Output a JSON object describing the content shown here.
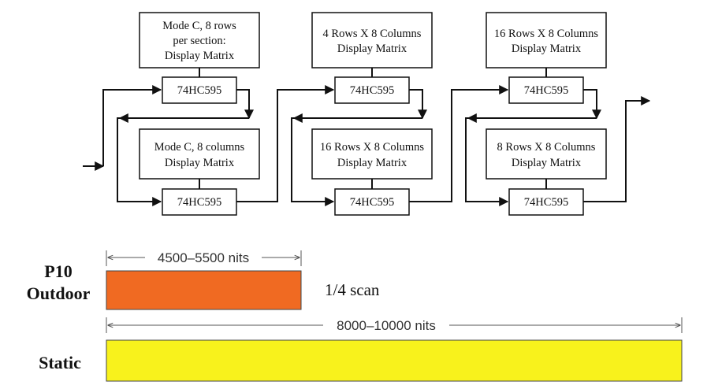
{
  "diagram": {
    "groups": [
      {
        "top_matrix": [
          "Mode C, 8 rows",
          "per section:",
          "Display Matrix"
        ],
        "shift_register_1": "74HC595",
        "bottom_matrix": [
          "Mode C, 8 columns",
          "Display Matrix"
        ],
        "shift_register_2": "74HC595"
      },
      {
        "top_matrix": [
          "4 Rows X 8 Columns",
          "Display Matrix"
        ],
        "shift_register_1": "74HC595",
        "bottom_matrix": [
          "16 Rows X 8 Columns",
          "Display Matrix"
        ],
        "shift_register_2": "74HC595"
      },
      {
        "top_matrix": [
          "16 Rows X 8 Columns",
          "Display Matrix"
        ],
        "shift_register_1": "74HC595",
        "bottom_matrix": [
          "8 Rows X 8 Columns",
          "Display Matrix"
        ],
        "shift_register_2": "74HC595"
      }
    ]
  },
  "comparison": {
    "p10_label_line1": "P10",
    "p10_label_line2": "Outdoor",
    "p10_range": "4500–5500 nits",
    "p10_scan": "1/4 scan",
    "p10_color": "#f06a22",
    "static_label": "Static",
    "static_range": "8000–10000 nits",
    "static_color": "#f8f21c"
  }
}
